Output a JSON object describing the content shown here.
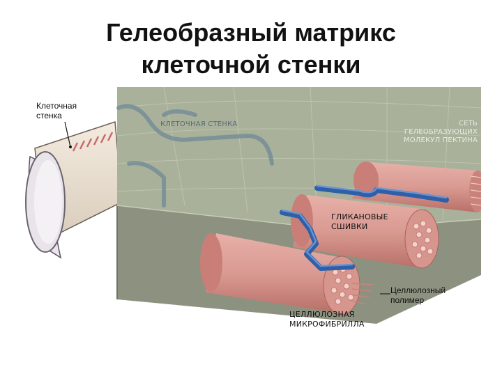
{
  "title": {
    "line1": "Гелеобразный матрикс",
    "line2": "клеточной стенки"
  },
  "labels": {
    "cell_wall_outer_line1": "Клеточная",
    "cell_wall_outer_line2": "стенка",
    "cell_wall_inner": "КЛЕТОЧНАЯ СТЕНКА",
    "pectin_line1": "СЕТЬ",
    "pectin_line2": "ГЕЛЕОБРАЗУЮЩИХ",
    "pectin_line3": "МОЛЕКУЛ ПЕКТИНА",
    "glycan_line1": "ГЛИКАНОВЫЕ",
    "glycan_line2": "СШИВКИ",
    "cellulose_polymer_line1": "Целлюлозный",
    "cellulose_polymer_line2": "полимер",
    "microfibril_line1": "ЦЕЛЛЮЛОЗНАЯ",
    "microfibril_line2": "МИКРОФИБРИЛЛА"
  },
  "colors": {
    "matrix_top": "#a9b19a",
    "matrix_front": "#8d9280",
    "fibril": "#d99a92",
    "fibril_dark": "#b4675f",
    "glycan": "#2f5fa8",
    "cell_tube": "#f1e6d8",
    "cell_inner": "#e9e3ea"
  }
}
